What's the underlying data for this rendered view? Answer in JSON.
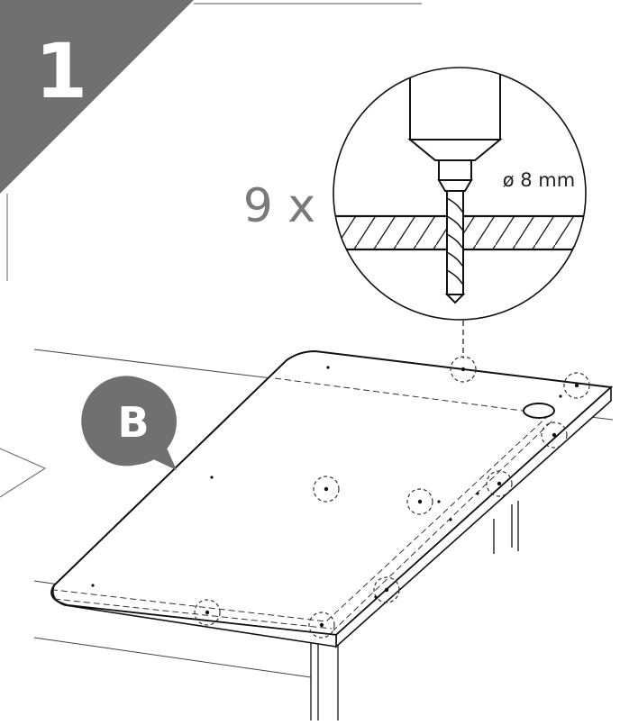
{
  "step": {
    "number": "1"
  },
  "detail": {
    "quantity": "9 x",
    "drill_diameter": "ø 8 mm"
  },
  "part": {
    "label": "B"
  },
  "colors": {
    "step_badge": "#707070",
    "part_badge": "#707070",
    "line": "#1a1a1a",
    "quantity_text": "#7a7a7a"
  },
  "icons": {
    "tool": "drill-bit-icon",
    "hole_marker": "dashed-circle-icon"
  }
}
